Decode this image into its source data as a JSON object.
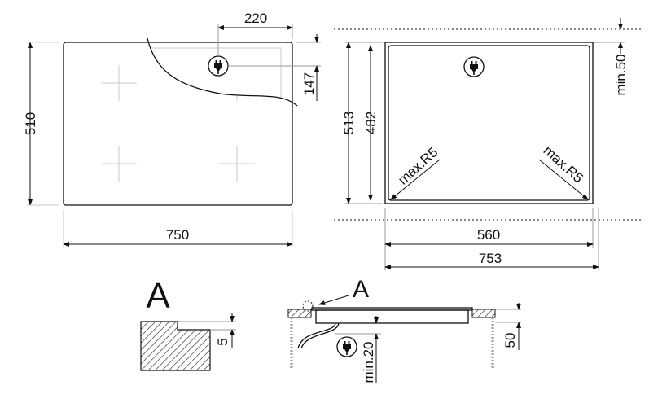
{
  "top_view": {
    "width": "750",
    "depth": "510",
    "plug_x": "220",
    "plug_y": "147"
  },
  "cutout_view": {
    "outer_depth": "513",
    "inner_depth": "482",
    "min_clearance": "min.50",
    "radius_left": "max.R5",
    "radius_right": "max.R5",
    "cut_width": "560",
    "outer_width": "753"
  },
  "detail": {
    "label": "A",
    "step": "5"
  },
  "side_view": {
    "label": "A",
    "min_gap": "min.20",
    "height": "50"
  },
  "icons": [
    "plug-icon"
  ]
}
